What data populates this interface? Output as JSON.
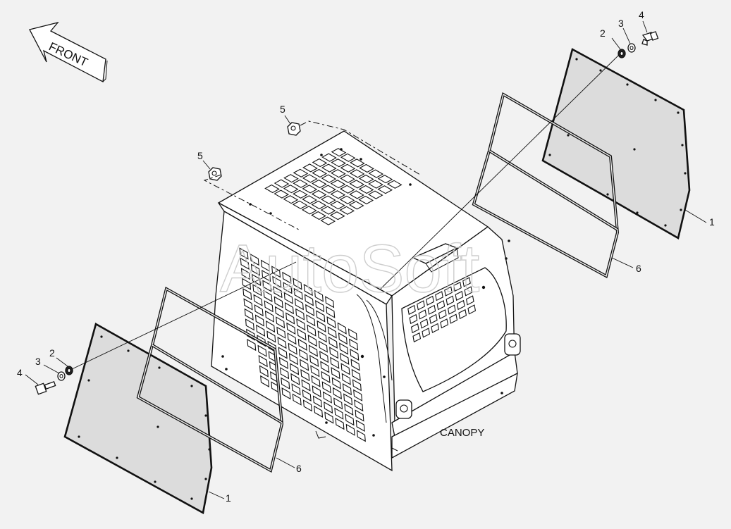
{
  "front_label": "FRONT",
  "canopy_label": "CANOPY",
  "watermark": "AutoSoft",
  "callouts": {
    "panel_right": "1",
    "panel_left": "1",
    "washer_right": "2",
    "washer_left": "2",
    "lockwasher_right": "3",
    "lockwasher_left": "3",
    "bolt_right": "4",
    "bolt_left": "4",
    "nut_a": "5",
    "nut_b": "5",
    "seal_right": "6",
    "seal_left": "6"
  }
}
